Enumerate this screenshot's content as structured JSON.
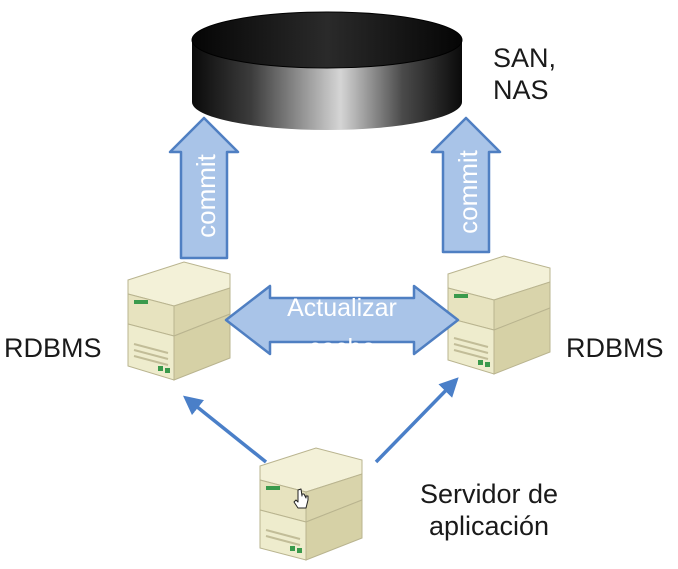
{
  "storage": {
    "label_line1": "SAN,",
    "label_line2": "NAS"
  },
  "arrows": {
    "commit_left": "commit",
    "commit_right": "commit",
    "sync_line1": "Actualizar",
    "sync_line2": "cache"
  },
  "servers": {
    "left_label": "RDBMS",
    "right_label": "RDBMS",
    "app_label_line1": "Servidor de",
    "app_label_line2": "aplicación"
  },
  "colors": {
    "arrow_fill": "#a9c4e8",
    "arrow_stroke": "#4f7fc2",
    "link_arrow": "#4a7fc8",
    "server_body": "#eeeccd",
    "server_accent": "#3a9a4c",
    "disk_dark": "#0d0d0d",
    "disk_light": "#d9d9d9"
  }
}
